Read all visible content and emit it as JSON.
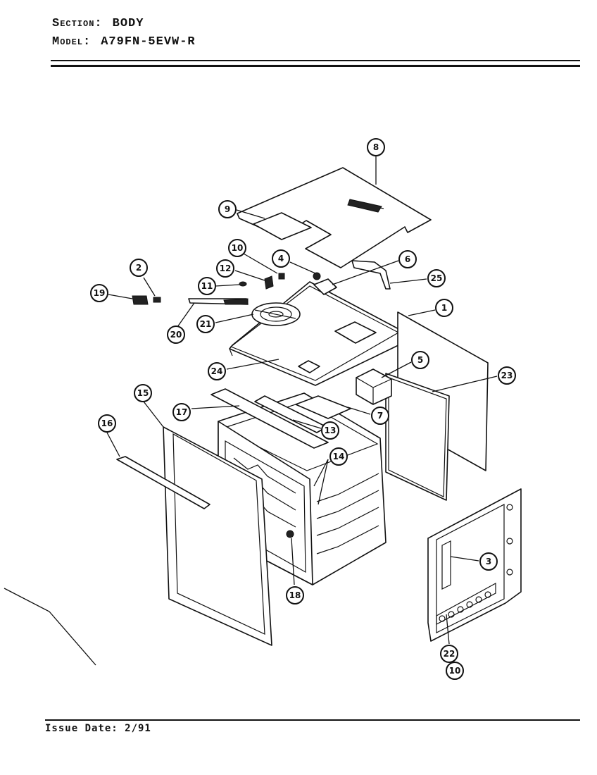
{
  "header": {
    "section_label": "Section:",
    "section_value": "BODY",
    "model_label": "Model:",
    "model_value": "A79FN-5EVW-R"
  },
  "footer": {
    "issue_date": "Issue Date: 2/91"
  },
  "callouts": [
    {
      "id": "8",
      "label": "8"
    },
    {
      "id": "9",
      "label": "9"
    },
    {
      "id": "10a",
      "label": "10"
    },
    {
      "id": "4",
      "label": "4"
    },
    {
      "id": "6",
      "label": "6"
    },
    {
      "id": "12",
      "label": "12"
    },
    {
      "id": "25",
      "label": "25"
    },
    {
      "id": "2",
      "label": "2"
    },
    {
      "id": "11",
      "label": "11"
    },
    {
      "id": "19",
      "label": "19"
    },
    {
      "id": "1",
      "label": "1"
    },
    {
      "id": "21",
      "label": "21"
    },
    {
      "id": "20",
      "label": "20"
    },
    {
      "id": "5",
      "label": "5"
    },
    {
      "id": "24",
      "label": "24"
    },
    {
      "id": "23",
      "label": "23"
    },
    {
      "id": "15",
      "label": "15"
    },
    {
      "id": "17",
      "label": "17"
    },
    {
      "id": "7",
      "label": "7"
    },
    {
      "id": "16",
      "label": "16"
    },
    {
      "id": "13",
      "label": "13"
    },
    {
      "id": "14",
      "label": "14"
    },
    {
      "id": "3",
      "label": "3"
    },
    {
      "id": "18",
      "label": "18"
    },
    {
      "id": "22",
      "label": "22"
    },
    {
      "id": "10b",
      "label": "10"
    }
  ]
}
